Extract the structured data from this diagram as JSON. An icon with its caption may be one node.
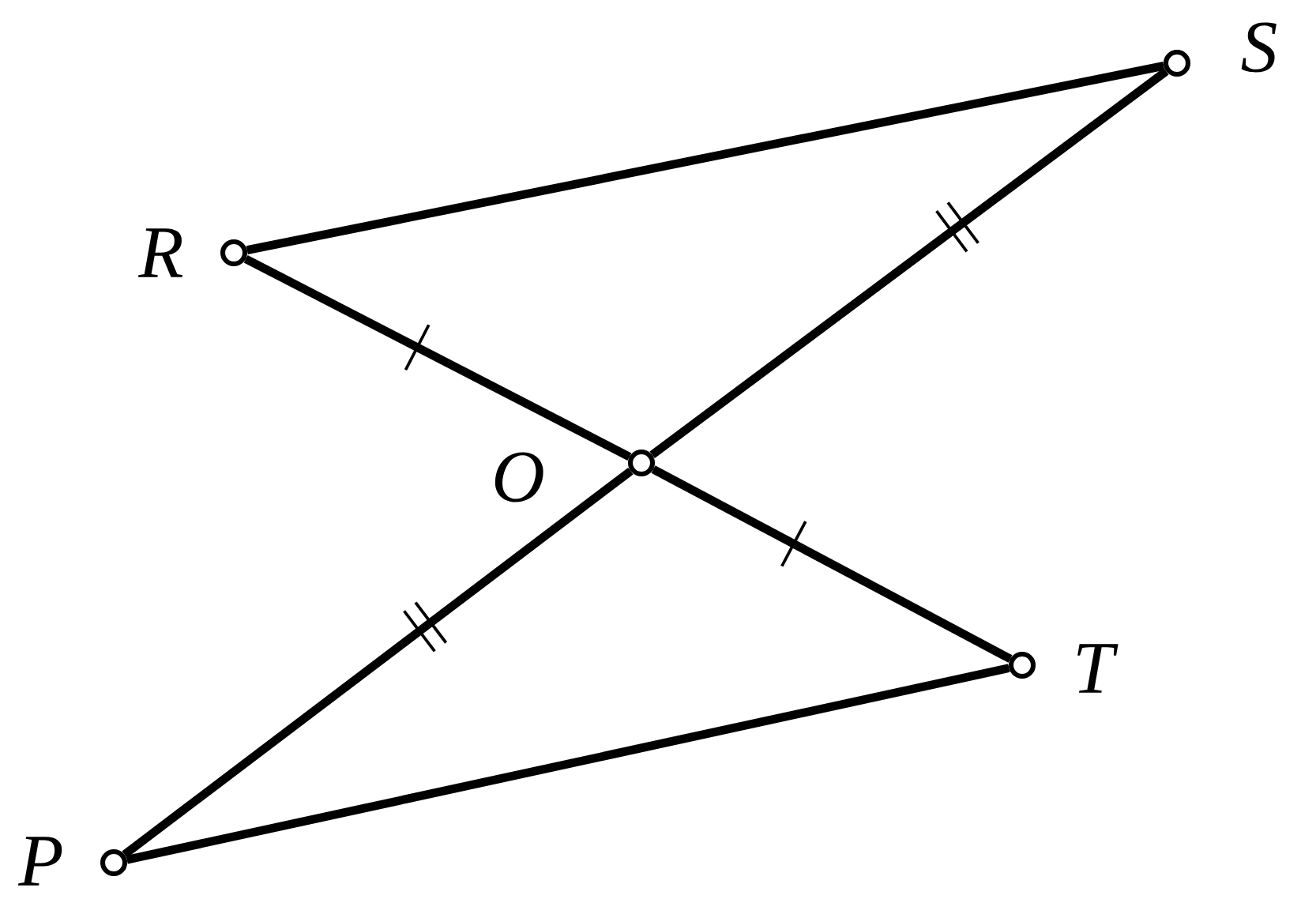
{
  "diagram": {
    "nodes": [
      {
        "text": [],
        "shape": "circle",
        "beside": [
          "S"
        ]
      },
      {
        "text": [],
        "shape": "circle",
        "beside": [
          "R"
        ]
      },
      {
        "text": [],
        "shape": "circle",
        "beside": [
          "O"
        ]
      },
      {
        "text": [],
        "shape": "circle",
        "beside": [
          "T"
        ]
      },
      {
        "text": [],
        "shape": "circle",
        "beside": [
          "P"
        ]
      }
    ],
    "edges": [
      {
        "from": 1,
        "to": 0,
        "arrow": "none"
      },
      {
        "from": 1,
        "to": 2,
        "arrow": "none"
      },
      {
        "from": 2,
        "to": 0,
        "arrow": "none"
      },
      {
        "from": 2,
        "to": 3,
        "arrow": "none"
      },
      {
        "from": 4,
        "to": 2,
        "arrow": "none"
      },
      {
        "from": 4,
        "to": 3,
        "arrow": "none"
      }
    ]
  }
}
